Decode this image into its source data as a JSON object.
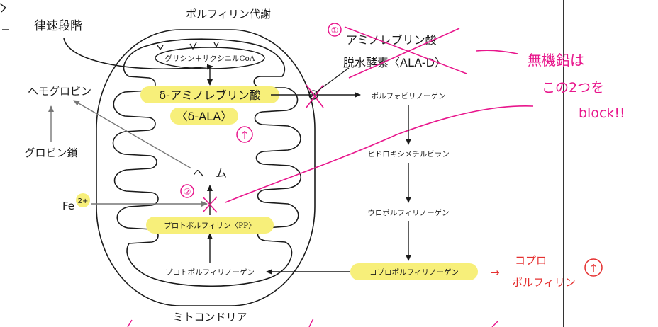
{
  "title": "ポルフィリン代謝",
  "mito_label": "ミトコンドリア",
  "glycine": "グリシン＋サクシニルCoA",
  "ala_name": "δ-アミノレブリン酸",
  "ala_abbr": "〈δ-ALA〉",
  "hemoglobin": "ヘモグロビン",
  "globin": "グロビン鎖",
  "heme": "ヘ　ム",
  "fe": "Fe",
  "fe_charge": "2+",
  "pp": "プロトポルフィリン〈PP〉",
  "protoporphyrinogen": "プロトポルフィリノーゲン",
  "enzyme_line1": "アミノレブリン酸",
  "enzyme_line2": "脱水酵素〈ALA-D〉",
  "porphobilinogen": "ポルフォビリノーゲン",
  "hydroxymethylbilane": "ヒドロキシメチルビラン",
  "uroporphyrinogen": "ウロポルフィリノーゲン",
  "coproporphyrinogen": "コプロポルフィリノーゲン",
  "annotations": {
    "rate_limiting": "律速段階",
    "circle1": "①",
    "circle2": "②",
    "lead_line1": "無機鉛は",
    "lead_line2": "この2つを",
    "lead_line3": "block!!",
    "copro_line1": "コプロ",
    "copro_line2": "ポルフィリン",
    "up_symbol": "↑",
    "arrow_right": "→"
  },
  "colors": {
    "highlight": "#f7ef7a",
    "ink": "#1a1a1a",
    "pink": "#e8168c",
    "red": "#e53030",
    "gray": "#777777"
  }
}
